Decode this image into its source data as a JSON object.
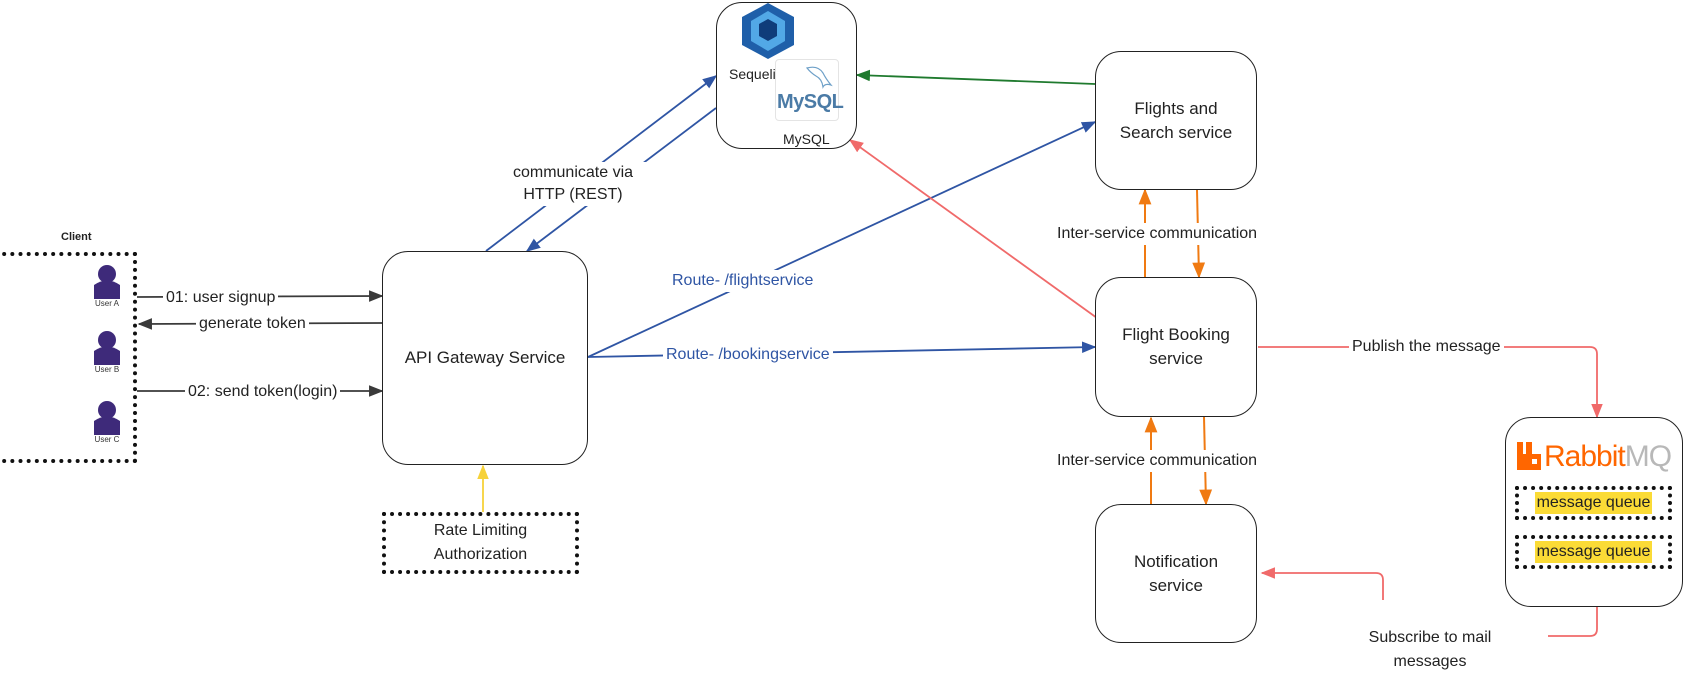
{
  "client": {
    "title": "Client",
    "users": [
      "User A",
      "User B",
      "User C"
    ]
  },
  "api_gateway": {
    "label": "API Gateway Service"
  },
  "rate_limit": {
    "line1": "Rate Limiting",
    "line2": "Authorization"
  },
  "database": {
    "sequelize_label": "Sequelize",
    "mysql_logo_text": "MySQL",
    "mysql_label": "MySQL"
  },
  "flights_service": {
    "line1": "Flights and",
    "line2": "Search service"
  },
  "booking_service": {
    "line1": "Flight Booking",
    "line2": "service"
  },
  "notification_service": {
    "line1": "Notification",
    "line2": "service"
  },
  "rabbitmq": {
    "logo_rabbit": "Rabbit",
    "logo_mq": "MQ",
    "queues": [
      "message queue",
      "message queue"
    ]
  },
  "edges": {
    "user_signup": "01: user signup",
    "generate_token": "generate token",
    "send_token": "02: send token(login)",
    "http_line1": "communicate via",
    "http_line2": "HTTP (REST)",
    "route_flight": "Route- /flightservice",
    "route_booking": "Route- /bookingservice",
    "inter_service_1": "Inter-service communication",
    "inter_service_2": "Inter-service communication",
    "publish": "Publish the message",
    "subscribe_line1": "Subscribe to mail",
    "subscribe_line2": "messages"
  },
  "colors": {
    "dark_arrow": "#3a3a3a",
    "blue_arrow": "#2f55a4",
    "green_arrow": "#1f7a2e",
    "red_arrow": "#f06a6a",
    "orange_arrow": "#f07a12",
    "yellow_arrow": "#f6d23a",
    "user_icon": "#3e2a7a",
    "queue_highlight": "#fbdb36",
    "rabbit_orange": "#ff6600"
  },
  "icons": [
    "user-icon",
    "sequelize-icon",
    "mysql-dolphin-icon",
    "rabbitmq-icon"
  ]
}
